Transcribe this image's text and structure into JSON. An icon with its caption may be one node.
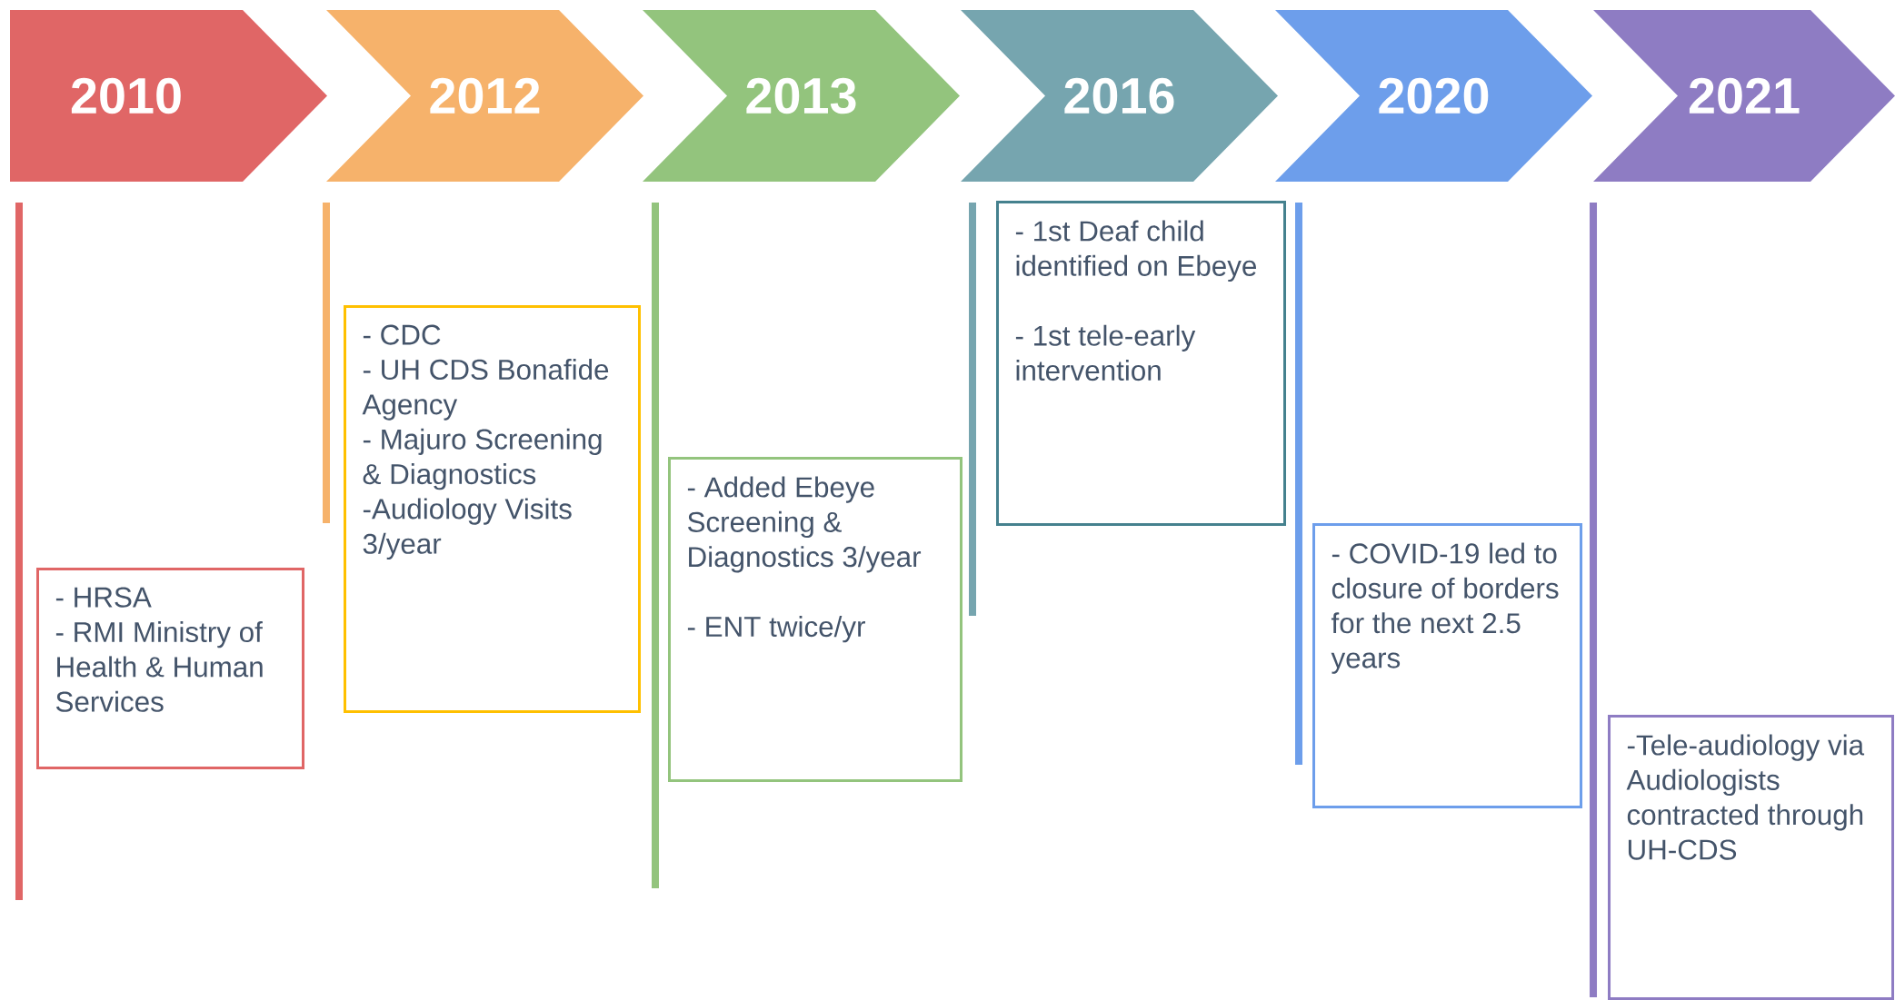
{
  "diagram": {
    "nodes": [
      {
        "text": [
          "2010"
        ]
      },
      {
        "text": [
          "- HRSA",
          "- RMI Ministry of Health & Human Services"
        ]
      },
      {
        "text": [
          "2012"
        ]
      },
      {
        "text": [
          "- CDC",
          "- UH CDS Bonafide Agency",
          "- Majuro Screening & Diagnostics",
          "-Audiology Visits 3/year"
        ]
      },
      {
        "text": [
          "2013"
        ]
      },
      {
        "text": [
          "- Added Ebeye Screening & Diagnostics 3/year",
          "- ENT twice/yr"
        ]
      },
      {
        "text": [
          "2016"
        ]
      },
      {
        "text": [
          "- 1st Deaf child identified on Ebeye",
          "- 1st tele-early intervention"
        ]
      },
      {
        "text": [
          "2020"
        ]
      },
      {
        "text": [
          "- COVID-19 led to closure of borders for the next 2.5 years"
        ]
      },
      {
        "text": [
          "2021"
        ]
      },
      {
        "text": [
          "-Tele-audiology via Audiologists contracted through UH-CDS"
        ]
      }
    ]
  }
}
